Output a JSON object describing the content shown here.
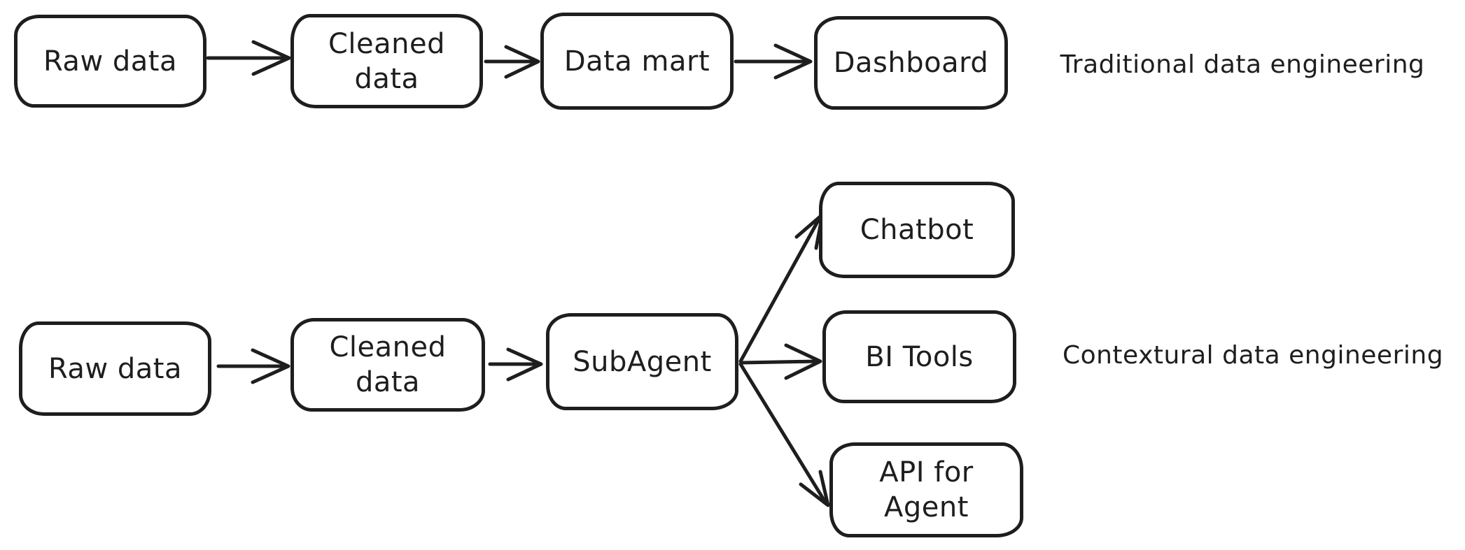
{
  "diagram": {
    "stroke_color": "#1e1e1e",
    "background_color": "#ffffff",
    "nodes": [
      {
        "id": "raw-data-top",
        "label": "Raw data"
      },
      {
        "id": "cleaned-data-top",
        "label": "Cleaned data"
      },
      {
        "id": "data-mart",
        "label": "Data mart"
      },
      {
        "id": "dashboard",
        "label": "Dashboard"
      },
      {
        "id": "raw-data-bottom",
        "label": "Raw data"
      },
      {
        "id": "cleaned-data-bottom",
        "label": "Cleaned data"
      },
      {
        "id": "subagent",
        "label": "SubAgent"
      },
      {
        "id": "chatbot",
        "label": "Chatbot"
      },
      {
        "id": "bi-tools",
        "label": "BI Tools"
      },
      {
        "id": "api-for-agent",
        "label": "API for Agent"
      }
    ],
    "edges": [
      {
        "from": "raw-data-top",
        "to": "cleaned-data-top"
      },
      {
        "from": "cleaned-data-top",
        "to": "data-mart"
      },
      {
        "from": "data-mart",
        "to": "dashboard"
      },
      {
        "from": "raw-data-bottom",
        "to": "cleaned-data-bottom"
      },
      {
        "from": "cleaned-data-bottom",
        "to": "subagent"
      },
      {
        "from": "subagent",
        "to": "chatbot"
      },
      {
        "from": "subagent",
        "to": "bi-tools"
      },
      {
        "from": "subagent",
        "to": "api-for-agent"
      }
    ],
    "captions": [
      {
        "id": "caption-traditional",
        "text": "Traditional data engineering"
      },
      {
        "id": "caption-contextural",
        "text": "Contextural data engineering"
      }
    ]
  }
}
